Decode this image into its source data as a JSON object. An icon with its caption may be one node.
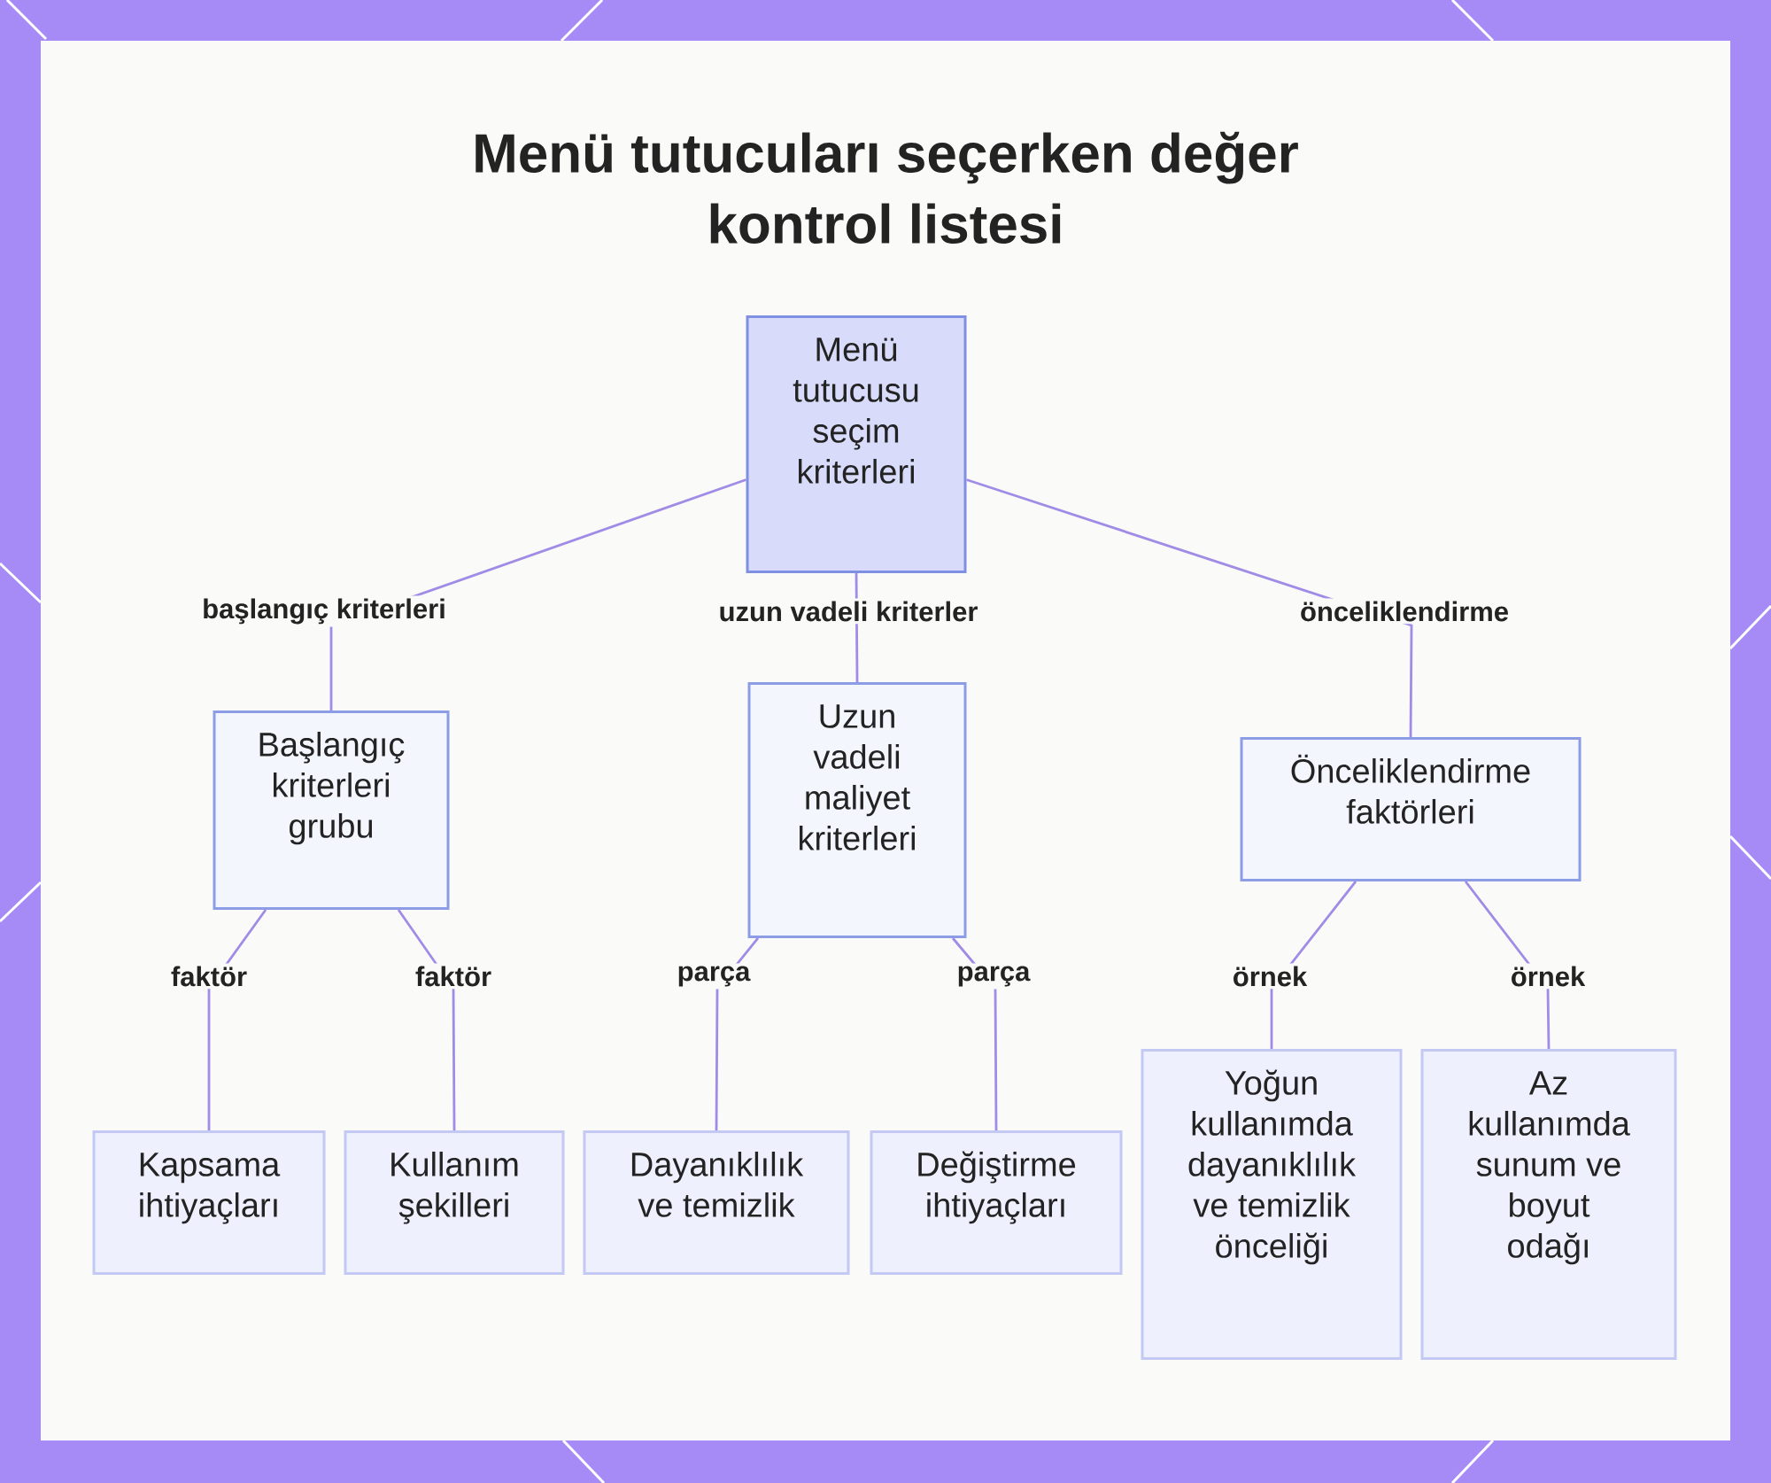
{
  "diagram": {
    "title": "Menü tutucuları seçerken değer kontrol listesi",
    "nodes": [
      {
        "text": [
          "Menü tutucusu seçim kriterleri"
        ]
      },
      {
        "text": [
          "Başlangıç kriterleri grubu"
        ]
      },
      {
        "text": [
          "Uzun vadeli maliyet kriterleri"
        ]
      },
      {
        "text": [
          "Önceliklendirme faktörleri"
        ]
      },
      {
        "text": [
          "Kapsama ihtiyaçları"
        ]
      },
      {
        "text": [
          "Kullanım şekilleri"
        ]
      },
      {
        "text": [
          "Dayanıklılık ve temizlik"
        ]
      },
      {
        "text": [
          "Değiştirme ihtiyaçları"
        ]
      },
      {
        "text": [
          "Yoğun kullanımda dayanıklılık ve temizlik önceliği"
        ]
      },
      {
        "text": [
          "Az kullanımda sunum ve boyut odağı"
        ]
      }
    ],
    "edges": [
      {
        "from": 0,
        "to": 1,
        "arrow": "none",
        "label": "başlangıç kriterleri"
      },
      {
        "from": 0,
        "to": 2,
        "arrow": "none",
        "label": "uzun vadeli kriterler"
      },
      {
        "from": 0,
        "to": 3,
        "arrow": "none",
        "label": "önceliklendirme"
      },
      {
        "from": 1,
        "to": 4,
        "arrow": "none",
        "label": "faktör"
      },
      {
        "from": 1,
        "to": 5,
        "arrow": "none",
        "label": "faktör"
      },
      {
        "from": 2,
        "to": 6,
        "arrow": "none",
        "label": "parça"
      },
      {
        "from": 2,
        "to": 7,
        "arrow": "none",
        "label": "parça"
      },
      {
        "from": 3,
        "to": 8,
        "arrow": "none",
        "label": "örnek"
      },
      {
        "from": 3,
        "to": 9,
        "arrow": "none",
        "label": "örnek"
      }
    ]
  }
}
